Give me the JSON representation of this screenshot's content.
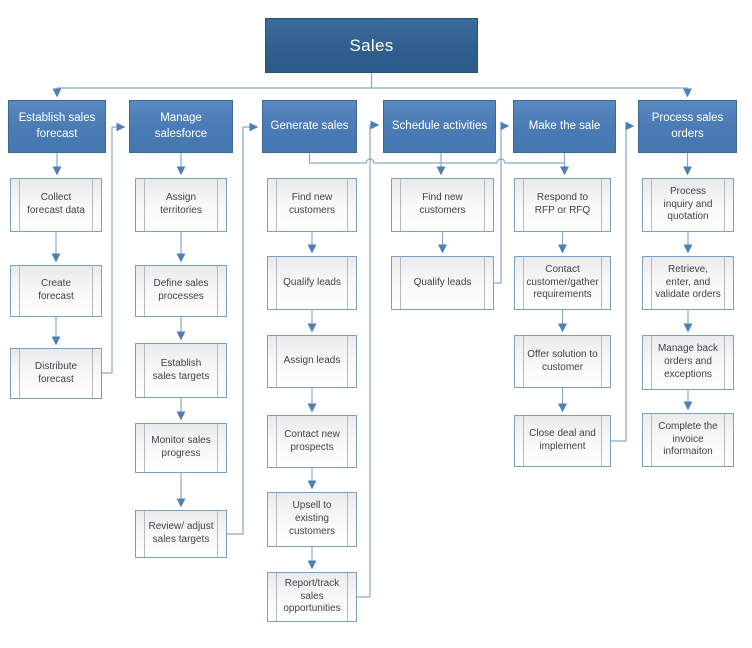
{
  "title": "Sales",
  "colors": {
    "root_fill": "#2f5e8e",
    "header_fill": "#4a7bb4",
    "sub_border": "#7b9ec3",
    "connector": "#8aa9c7",
    "arrowhead": "#4e7fb5"
  },
  "columns": [
    {
      "header": "Establish sales forecast",
      "children": [
        "Collect forecast data",
        "Create forecast",
        "Distribute forecast"
      ]
    },
    {
      "header": "Manage salesforce",
      "children": [
        "Assign territories",
        "Define sales processes",
        "Establish sales targets",
        "Monitor sales progress",
        "Review/ adjust sales targets"
      ]
    },
    {
      "header": "Generate sales",
      "children": [
        "Find new customers",
        "Qualify leads",
        "Assign leads",
        "Contact new prospects",
        "Upsell to existing customers",
        "Report/track sales opportunities"
      ]
    },
    {
      "header": "Schedule activities",
      "children": [
        "Find new customers",
        "Qualify leads"
      ]
    },
    {
      "header": "Make the sale",
      "children": [
        "Respond to RFP or RFQ",
        "Contact customer/gather requirements",
        "Offer solution to customer",
        "Close deal and implement"
      ]
    },
    {
      "header": "Process sales orders",
      "children": [
        "Process inquiry and quotation",
        "Retrieve, enter, and validate orders",
        "Manage back orders and exceptions",
        "Complete the invoice informaiton"
      ]
    }
  ]
}
